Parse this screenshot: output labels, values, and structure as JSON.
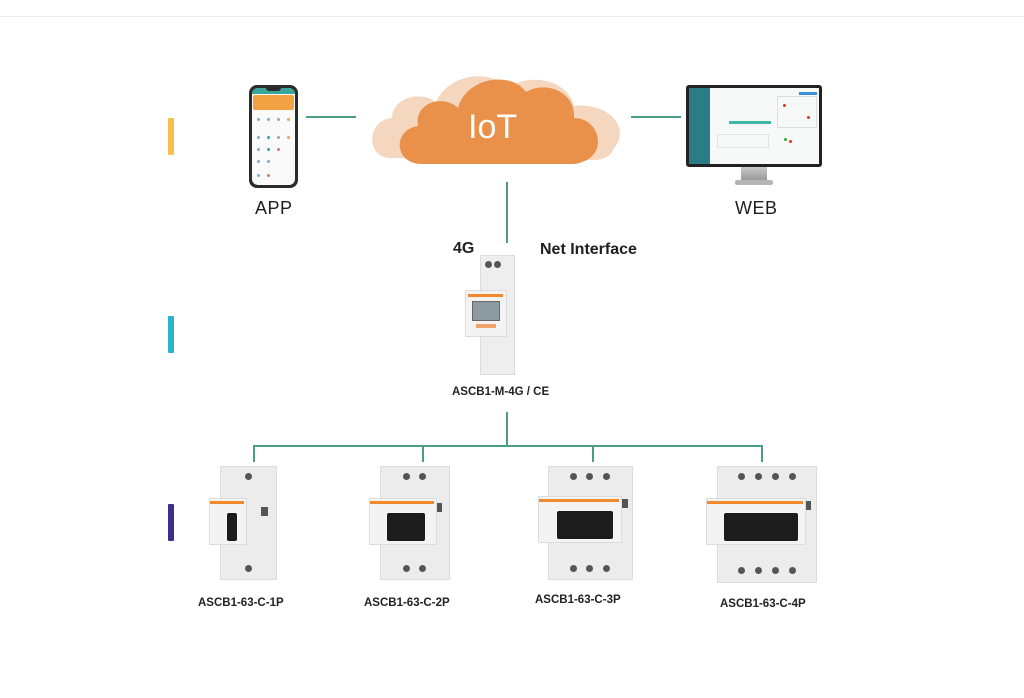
{
  "diagram": {
    "title_cloud": "IoT",
    "tiers": [
      {
        "level": "cloud-tier",
        "marker_color": "#f7c04a"
      },
      {
        "level": "gateway-tier",
        "marker_color": "#2ab4c9"
      },
      {
        "level": "breaker-tier",
        "marker_color": "#3a2f8e"
      }
    ],
    "connector_color": "#4a9e88",
    "cloud_color": "#e9914a",
    "cloud_back_color": "#f5d6bf",
    "app": {
      "label": "APP",
      "icon": "smartphone-icon"
    },
    "web": {
      "label": "WEB",
      "icon": "monitor-icon"
    },
    "gateway": {
      "left_label": "4G",
      "right_label": "Net Interface",
      "model": "ASCB1-M-4G / CE"
    },
    "breakers": [
      {
        "model": "ASCB1-63-C-1P",
        "poles": 1
      },
      {
        "model": "ASCB1-63-C-2P",
        "poles": 2
      },
      {
        "model": "ASCB1-63-C-3P",
        "poles": 3
      },
      {
        "model": "ASCB1-63-C-4P",
        "poles": 4
      }
    ]
  }
}
